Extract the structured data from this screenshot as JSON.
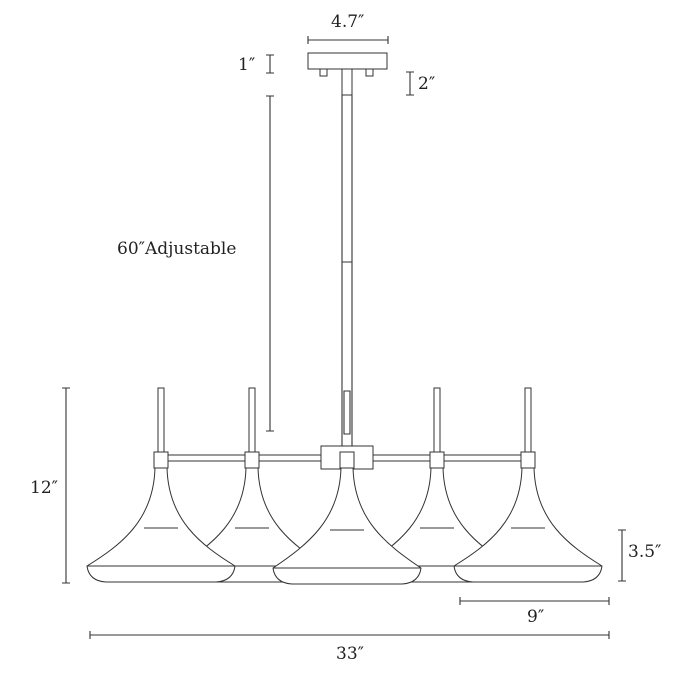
{
  "dimensions": {
    "canopy_width": "4.7″",
    "canopy_height": "1″",
    "canopy_hardware": "2″",
    "rod_length": "60″Adjustable",
    "fixture_height": "12″",
    "shade_height": "3.5″",
    "shade_diameter": "9″",
    "overall_width": "33″"
  },
  "colors": {
    "line": "#333333",
    "background": "#ffffff"
  }
}
